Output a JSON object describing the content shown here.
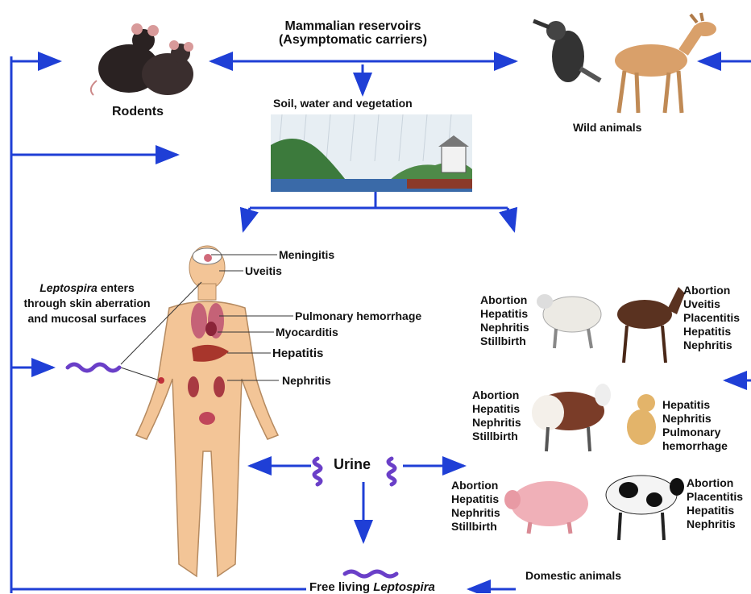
{
  "colors": {
    "arrow": "#1f3fd6",
    "bacteria": "#6a3fc8",
    "skin": "#f3c597",
    "organ": "#b53a52"
  },
  "reservoir": {
    "line1": "Mammalian reservoirs",
    "line2": "(Asymptomatic carriers)"
  },
  "rodents": "Rodents",
  "wild": "Wild animals",
  "env": "Soil, water and vegetation",
  "entry": {
    "italic": "Leptospira",
    "rest1": " enters",
    "line2": "through skin aberration",
    "line3": "and mucosal surfaces"
  },
  "human": {
    "meningitis": "Meningitis",
    "uveitis": "Uveitis",
    "pulmonary": "Pulmonary hemorrhage",
    "myocarditis": "Myocarditis",
    "hepatitis": "Hepatitis",
    "nephritis": "Nephritis"
  },
  "urine": "Urine",
  "free": {
    "prefix": "Free living ",
    "italic": "Leptospira"
  },
  "domestic_title": "Domestic animals",
  "domestic": {
    "sheep": [
      "Abortion",
      "Hepatitis",
      "Nephritis",
      "Stillbirth"
    ],
    "horse": [
      "Abortion",
      "Uveitis",
      "Placentitis",
      "Hepatitis",
      "Nephritis"
    ],
    "goat": [
      "Abortion",
      "Hepatitis",
      "Nephritis",
      "Stillbirth"
    ],
    "dog": [
      "Hepatitis",
      "Nephritis",
      "Pulmonary",
      "hemorrhage"
    ],
    "pig": [
      "Abortion",
      "Hepatitis",
      "Nephritis",
      "Stillbirth"
    ],
    "cow": [
      "Abortion",
      "Placentitis",
      "Hepatitis",
      "Nephritis"
    ]
  }
}
